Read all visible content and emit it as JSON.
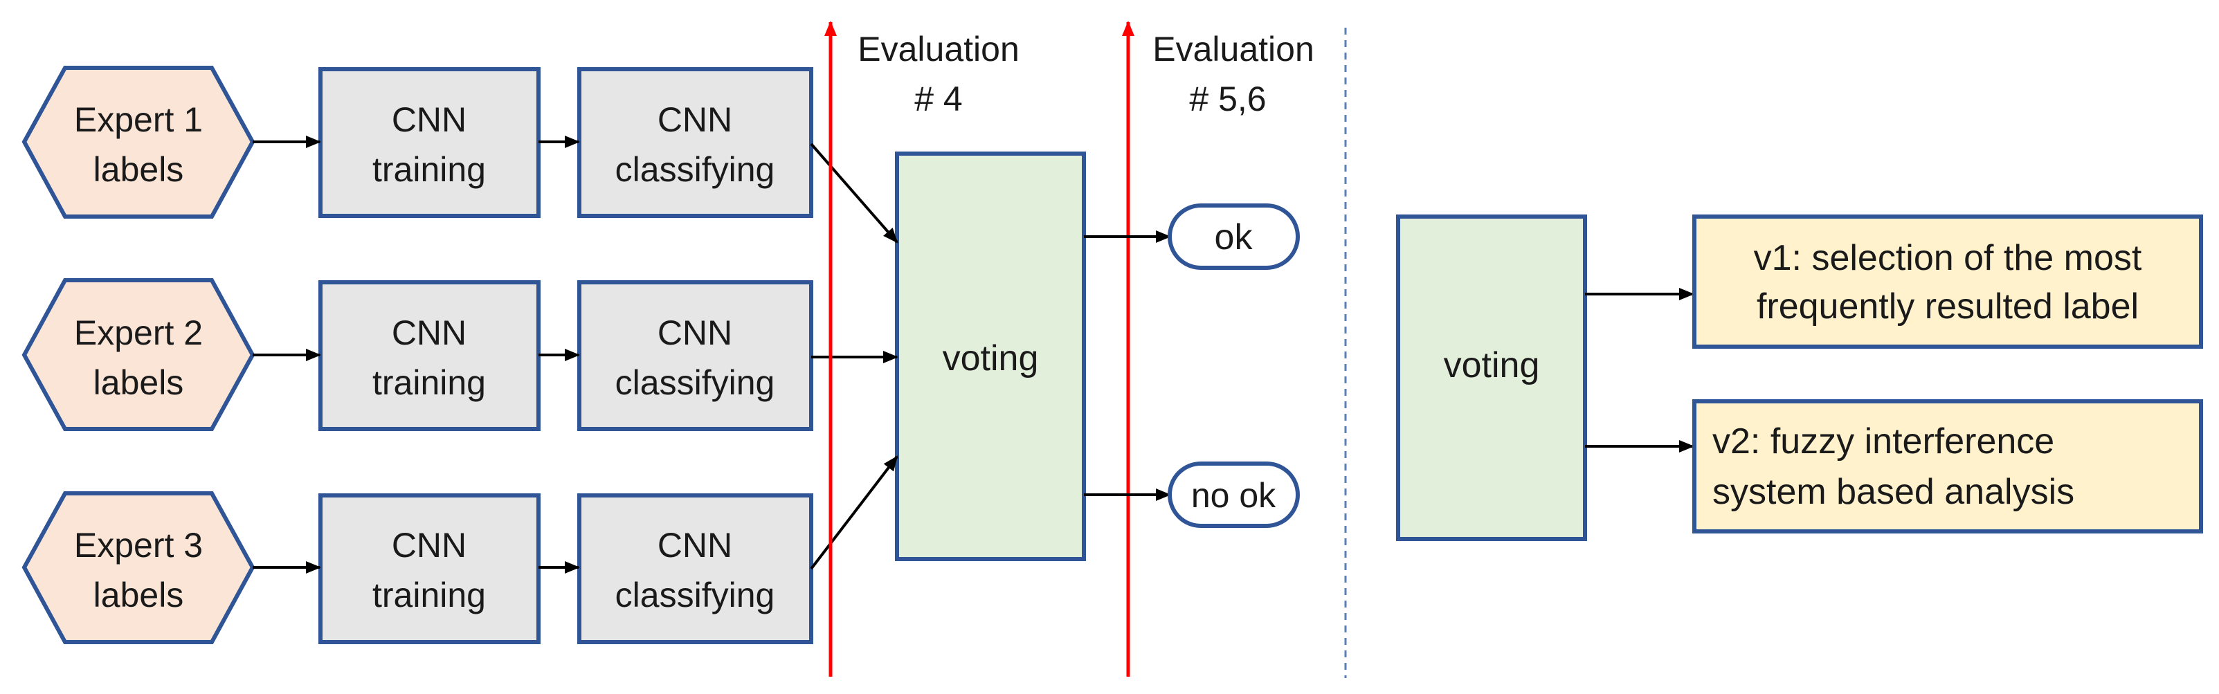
{
  "experts": [
    {
      "label_line1": "Expert 1",
      "label_line2": "labels",
      "training_line1": "CNN",
      "training_line2": "training",
      "classify_line1": "CNN",
      "classify_line2": "classifying"
    },
    {
      "label_line1": "Expert 2",
      "label_line2": "labels",
      "training_line1": "CNN",
      "training_line2": "training",
      "classify_line1": "CNN",
      "classify_line2": "classifying"
    },
    {
      "label_line1": "Expert 3",
      "label_line2": "labels",
      "training_line1": "CNN",
      "training_line2": "training",
      "classify_line1": "CNN",
      "classify_line2": "classifying"
    }
  ],
  "voting": {
    "label": "voting"
  },
  "outcomes": {
    "ok": "ok",
    "no_ok": "no ok"
  },
  "evaluations": [
    {
      "line1": "Evaluation",
      "line2": "# 4"
    },
    {
      "line1": "Evaluation",
      "line2": "# 5,6"
    }
  ],
  "right_panel": {
    "voting_label": "voting",
    "v1_line1": "v1: selection of the most",
    "v1_line2": "frequently resulted label",
    "v2_line1": "v2: fuzzy interference",
    "v2_line2": "system based analysis"
  },
  "colors": {
    "border": "#2f5597",
    "hexagon_fill": "#fbe5d6",
    "gray_fill": "#e6e6e6",
    "green_fill": "#e2efda",
    "yellow_fill": "#fff2cc",
    "eval_line": "#ff0000"
  }
}
